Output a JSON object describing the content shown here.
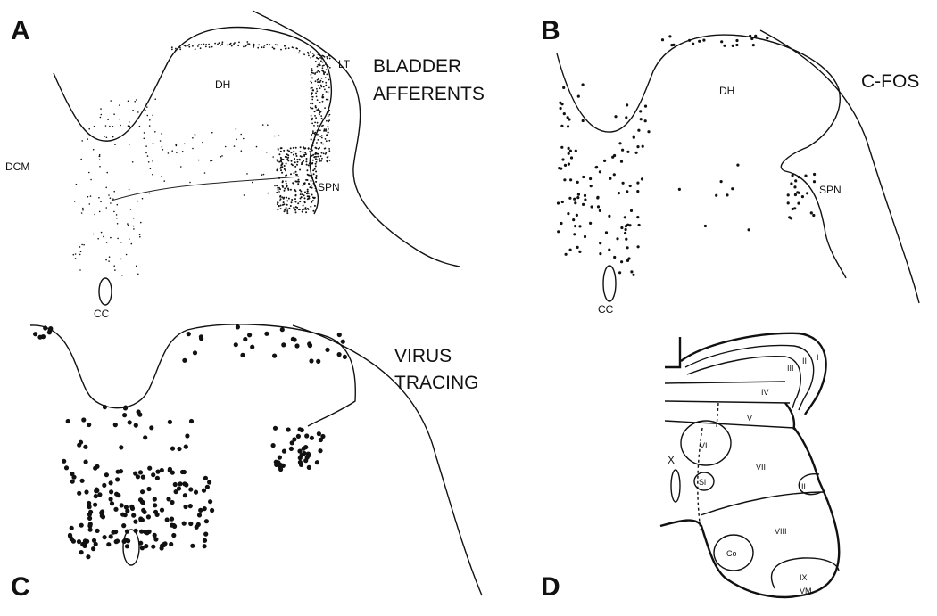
{
  "panels": {
    "a": {
      "letter": "A",
      "title_line1": "BLADDER",
      "title_line2": "AFFERENTS",
      "labels": {
        "dh": "DH",
        "lt": "LT",
        "dcm": "DCM",
        "spn": "SPN",
        "cc": "CC"
      }
    },
    "b": {
      "letter": "B",
      "title": "C-FOS",
      "labels": {
        "dh": "DH",
        "spn": "SPN",
        "cc": "CC"
      }
    },
    "c": {
      "letter": "C",
      "title_line1": "VIRUS",
      "title_line2": "TRACING"
    },
    "d": {
      "letter": "D",
      "labels": {
        "i": "I",
        "ii": "II",
        "iii": "III",
        "iv": "IV",
        "v": "V",
        "vi": "VI",
        "vii": "VII",
        "viii": "VIII",
        "ix": "IX",
        "vm": "VM",
        "x": "X",
        "il": "IL",
        "co": "Co",
        "sl": "Sl"
      }
    }
  }
}
